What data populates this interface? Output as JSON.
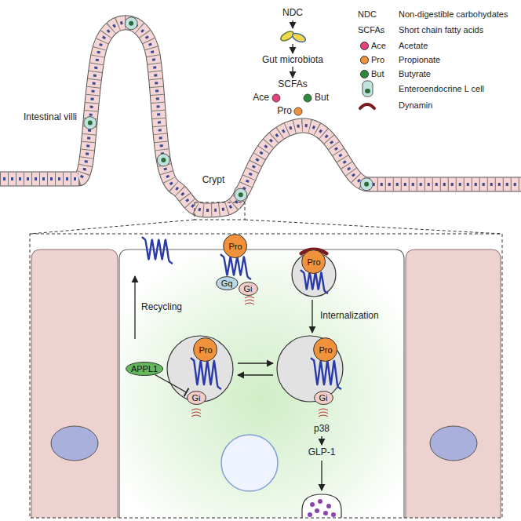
{
  "diagram": {
    "nodes": [
      {
        "text": [
          "Pro"
        ]
      },
      {
        "text": [
          "Gq"
        ]
      },
      {
        "text": [
          "Gi"
        ]
      },
      {
        "text": [
          "Pro"
        ]
      },
      {
        "text": [
          "Pro"
        ]
      },
      {
        "text": [
          "Gi"
        ]
      },
      {
        "text": [
          "APPL1"
        ]
      },
      {
        "text": [
          "Pro"
        ]
      },
      {
        "text": [
          "Gi"
        ]
      }
    ],
    "edges": [
      {
        "from": 6,
        "to": 8,
        "arrow": "none"
      }
    ],
    "labels": [
      "NDC",
      "Gut microbiota",
      "SCFAs",
      "Ace",
      "But",
      "Pro",
      "Intestinal villi",
      "Crypt",
      "Recycling",
      "Internalization",
      "p38",
      "GLP-1",
      "NDC",
      "SCFAs",
      "Ace",
      "Pro",
      "But"
    ],
    "legend": [
      {
        "text": "Non-digestible carbohydates"
      },
      {
        "text": "Short chain fatty acids"
      },
      {
        "text": "Acetate",
        "color": "#e4417d"
      },
      {
        "text": "Propionate",
        "color": "#f0913c"
      },
      {
        "text": "Butyrate",
        "color": "#2e8b3e"
      },
      {
        "text": "Enteroendocrine L cell"
      },
      {
        "text": "Dynamin"
      }
    ]
  }
}
